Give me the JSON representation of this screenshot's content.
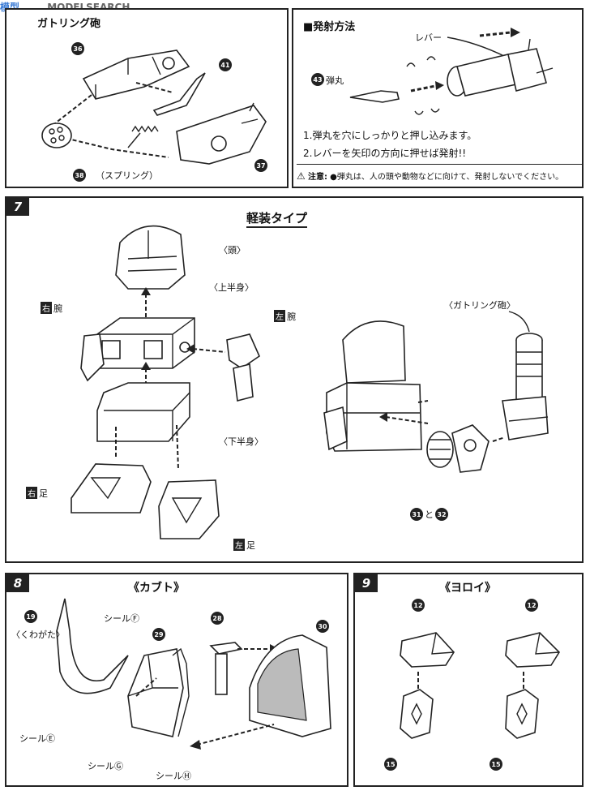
{
  "watermark": {
    "main": "MODELSEARCH",
    "sub": "模型"
  },
  "panel6": {
    "title": "ガトリング砲",
    "parts": {
      "p36": "36",
      "p41": "41",
      "p38": "38",
      "p37": "37"
    },
    "spring_label": "（スプリング）",
    "fire": {
      "heading": "■発射方法",
      "lever": "レバー",
      "bullet_num": "43",
      "bullet": "弾丸",
      "step1": "1.弾丸を穴にしっかりと押し込みます。",
      "step2": "2.レバーを矢印の方向に押せば発射!!",
      "caution_label": "注意:",
      "caution_text": "●弾丸は、人の頭や動物などに向けて、発射しないでください。"
    }
  },
  "panel7": {
    "num": "7",
    "title": "軽装タイプ",
    "head": "〈頭〉",
    "upper": "〈上半身〉",
    "lower": "〈下半身〉",
    "right_mark": "右",
    "left_mark": "左",
    "arm": "腕",
    "leg": "足",
    "gatling": "〈ガトリング砲〉",
    "parts_31": "31",
    "parts_and": "と",
    "parts_32": "32"
  },
  "panel8": {
    "num": "8",
    "title": "《カブト》",
    "p19": "19",
    "kuwagata": "〈くわがた〉",
    "p29": "29",
    "p28": "28",
    "p30": "30",
    "seal_f": "シールⒻ",
    "seal_e": "シールⒺ",
    "seal_g": "シールⒼ",
    "seal_h": "シールⒽ"
  },
  "panel9": {
    "num": "9",
    "title": "《ヨロイ》",
    "p12": "12",
    "p15": "15"
  }
}
